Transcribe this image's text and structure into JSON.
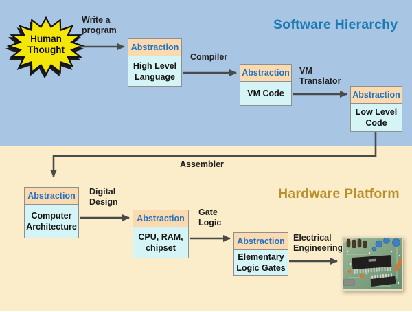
{
  "titles": {
    "software": "Software Hierarchy",
    "hardware": "Hardware Platform"
  },
  "starburst": {
    "label": "Human\nThought"
  },
  "labels": {
    "write_program": "Write a\nprogram",
    "compiler": "Compiler",
    "vm_translator": "VM\nTranslator",
    "assembler": "Assembler",
    "digital_design": "Digital\nDesign",
    "gate_logic": "Gate\nLogic",
    "electrical_engineering": "Electrical\nEngineering"
  },
  "boxes": [
    {
      "header": "Abstraction",
      "body": "High Level\nLanguage"
    },
    {
      "header": "Abstraction",
      "body": "VM Code"
    },
    {
      "header": "Abstraction",
      "body": "Low Level\nCode"
    },
    {
      "header": "Abstraction",
      "body": "Computer\nArchitecture"
    },
    {
      "header": "Abstraction",
      "body": "CPU, RAM,\nchipset"
    },
    {
      "header": "Abstraction",
      "body": "Elementary\nLogic Gates"
    }
  ],
  "images": {
    "circuit_board": "circuit-board-photo"
  },
  "colors": {
    "software_bg": "#A8C6E4",
    "hardware_bg": "#FBEDC9",
    "box_header_bg": "#FBDAAF",
    "box_body_bg": "#D5F4F6",
    "abstraction_text": "#2273C4",
    "software_title": "#1E7AB2",
    "hardware_title": "#B8912E",
    "star_fill": "#F5E60A",
    "arrow": "#4A4A4A"
  }
}
